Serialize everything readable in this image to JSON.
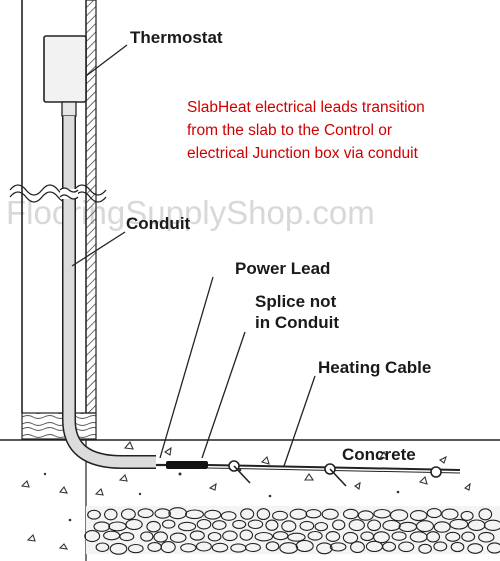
{
  "watermark": "FlooringSupplyShop.com",
  "labels": {
    "thermostat": "Thermostat",
    "conduit": "Conduit",
    "power_lead": "Power Lead",
    "splice_line1": "Splice not",
    "splice_line2": "in Conduit",
    "heating_cable": "Heating Cable",
    "concrete": "Concrete"
  },
  "note": {
    "line1": "SlabHeat electrical leads transition",
    "line2": "from  the slab to the Control or",
    "line3": "electrical Junction box via conduit",
    "color": "#d10000"
  }
}
